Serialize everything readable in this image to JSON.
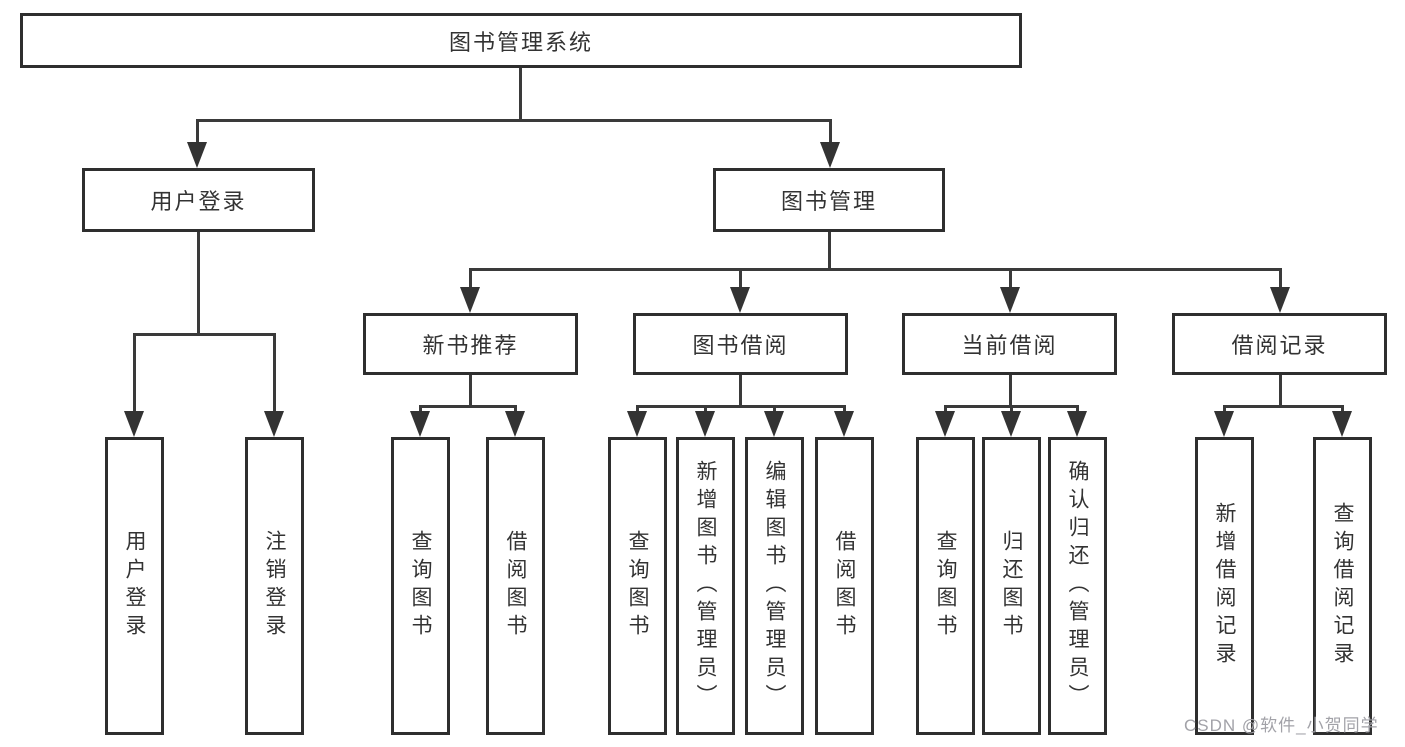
{
  "diagram": {
    "title": "图书管理系统",
    "root": {
      "label": "图书管理系统"
    },
    "level2": [
      {
        "label": "用户登录"
      },
      {
        "label": "图书管理"
      }
    ],
    "level3": [
      {
        "label": "新书推荐",
        "parent": "图书管理"
      },
      {
        "label": "图书借阅",
        "parent": "图书管理"
      },
      {
        "label": "当前借阅",
        "parent": "图书管理"
      },
      {
        "label": "借阅记录",
        "parent": "图书管理"
      }
    ],
    "leaves": [
      {
        "label": "用户登录",
        "parent": "用户登录"
      },
      {
        "label": "注销登录",
        "parent": "用户登录"
      },
      {
        "label": "查询图书",
        "parent": "新书推荐"
      },
      {
        "label": "借阅图书",
        "parent": "新书推荐"
      },
      {
        "label": "查询图书",
        "parent": "图书借阅"
      },
      {
        "label": "新增图书（管理员）",
        "parent": "图书借阅"
      },
      {
        "label": "编辑图书（管理员）",
        "parent": "图书借阅"
      },
      {
        "label": "借阅图书",
        "parent": "图书借阅"
      },
      {
        "label": "查询图书",
        "parent": "当前借阅"
      },
      {
        "label": "归还图书",
        "parent": "当前借阅"
      },
      {
        "label": "确认归还（管理员）",
        "parent": "当前借阅"
      },
      {
        "label": "新增借阅记录",
        "parent": "借阅记录"
      },
      {
        "label": "查询借阅记录",
        "parent": "借阅记录"
      }
    ]
  },
  "watermark": {
    "text": "CSDN @软件_小贺同学"
  },
  "colors": {
    "line": "#3a3a3a",
    "border": "#2e2e2e",
    "text": "#333333",
    "watermark": "#a2a2a8",
    "background": "#ffffff"
  }
}
